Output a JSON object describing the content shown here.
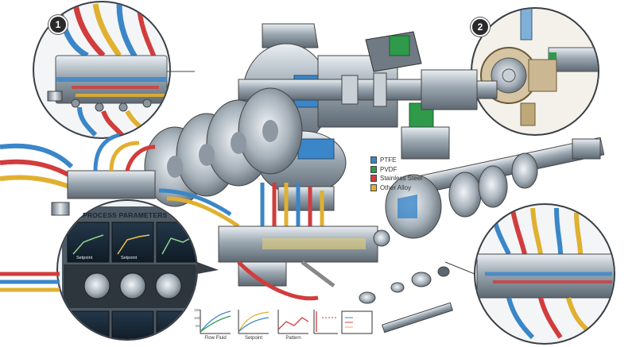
{
  "badges": {
    "one": "1",
    "two": "2"
  },
  "legend": [
    {
      "label": "PTFE",
      "color": "#3a86c8"
    },
    {
      "label": "PVDF",
      "color": "#2e9a4a"
    },
    {
      "label": "Stainless Steel",
      "color": "#d23c3c"
    },
    {
      "label": "Other Alloy",
      "color": "#e0b030"
    }
  ],
  "panel": {
    "title": "PROCESS PARAMETERS",
    "screens": [
      {
        "label": "Setpoint"
      },
      {
        "label": "Setpoint"
      }
    ]
  },
  "mini_charts": [
    {
      "caption": "Flow Fluid",
      "y_ticks": [
        "150",
        "100",
        "50"
      ]
    },
    {
      "caption": "Setpoint"
    },
    {
      "caption": "Pattern"
    },
    {
      "caption": ""
    }
  ],
  "colors": {
    "blue_pipe": "#3a86c8",
    "red_pipe": "#d23c3c",
    "yellow_pipe": "#e0b030",
    "steel": "#a9b3bd"
  }
}
